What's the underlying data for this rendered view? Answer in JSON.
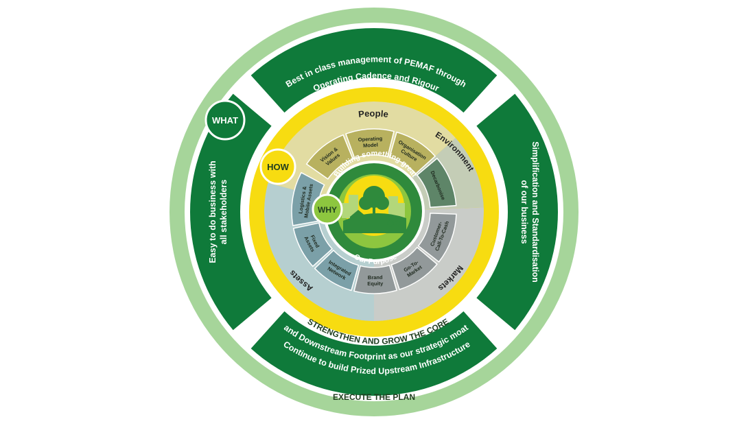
{
  "diagram": {
    "outer_bottom_label": "EXECUTE THE PLAN",
    "ring_band_label": "STRENGTHEN AND GROW THE CORE",
    "what_badge": "WHAT",
    "how_badge": "HOW",
    "why_badge": "WHY",
    "outer_segments": {
      "top": [
        "Best in class management of PEMAF through",
        "Operating Cadence and Rigour"
      ],
      "right": [
        "Simplification and Standardisation",
        "of our business"
      ],
      "bottom": [
        "Continue to build Prized Upstream Infrastructure",
        "and Downstream Footprint as our strategic moat"
      ],
      "left": [
        "Easy to do business with",
        "all stakeholders"
      ]
    },
    "quadrants": {
      "people": {
        "title": "People",
        "items": [
          [
            "Vision &",
            "Values"
          ],
          [
            "Operating",
            "Model"
          ],
          [
            "Organisation",
            "Culture"
          ]
        ]
      },
      "environment": {
        "title": "Environment",
        "items": [
          [
            "Decarbonise"
          ]
        ]
      },
      "markets": {
        "title": "Markets",
        "items": [
          [
            "Customer-",
            "Call-To-Cash"
          ],
          [
            "Go-To-",
            "Market"
          ],
          [
            "Brand",
            "Equity"
          ]
        ]
      },
      "assets": {
        "title": "Assets",
        "items": [
          [
            "Integrated",
            "Network"
          ],
          [
            "Fixed",
            "Assets"
          ],
          [
            "Logistics &",
            "Mobile Assets"
          ]
        ]
      }
    },
    "center": {
      "top_text": "Building something great",
      "bottom_text": "Our Purpose"
    },
    "colors": {
      "outer_light": "#a6d59a",
      "dark_green": "#0f7a3a",
      "yellow": "#f7dc11",
      "people": "#e2dca2",
      "people_seg": "#b8b15f",
      "environment": "#c4cdb6",
      "environment_seg": "#5e8568",
      "markets": "#c9ccc8",
      "markets_seg": "#92999a",
      "assets": "#b6cfd0",
      "assets_seg": "#7ba0a8",
      "center": "#8dc63f",
      "center_text_ring": "#2f8a3c"
    }
  }
}
